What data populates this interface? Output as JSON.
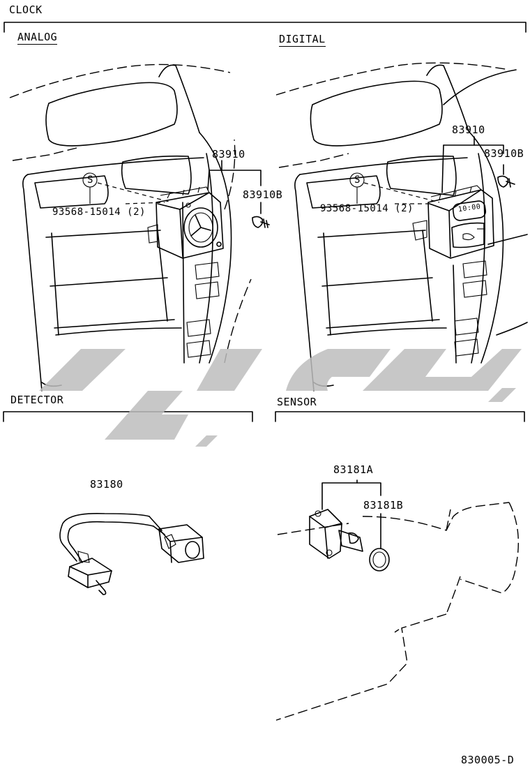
{
  "header": {
    "title": "CLOCK"
  },
  "sections": {
    "analog": {
      "title": "ANALOG"
    },
    "digital": {
      "title": "DIGITAL"
    },
    "detector": {
      "title": "DETECTOR"
    },
    "sensor": {
      "title": "SENSOR"
    }
  },
  "parts": {
    "analog_clock": "83910",
    "analog_screw": "83910B",
    "analog_bolt": "93568-15014 (2)",
    "analog_s_mark": "S",
    "digital_clock": "83910",
    "digital_screw": "83910B",
    "digital_bolt": "93568-15014 (2)",
    "digital_s_mark": "S",
    "digital_display": "10:00",
    "detector": "83180",
    "sensor": "83181A",
    "sensor_oring": "83181B"
  },
  "footer": {
    "code": "830005-D"
  },
  "colors": {
    "line": "#000000",
    "watermark": "#bdbdbd"
  }
}
